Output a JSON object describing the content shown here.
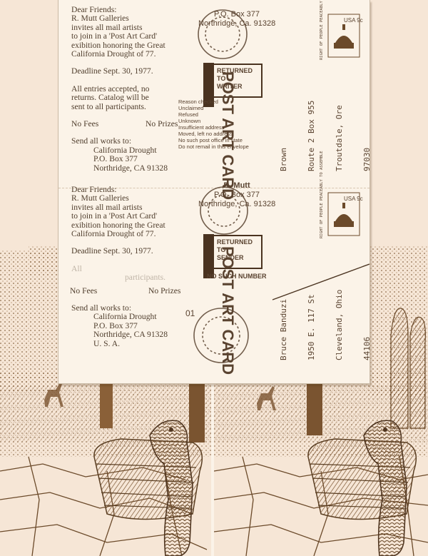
{
  "letter_top": {
    "greeting": "Dear Friends:",
    "lines": [
      "R. Mutt Galleries",
      "invites all mail artists",
      "to join in a 'Post Art Card'",
      "exibition honoring the Great",
      "California Drought of 77."
    ],
    "deadline": "Deadline Sept. 30, 1977.",
    "entries": [
      "All entries accepted, no",
      "returns.  Catalog will be",
      "sent to all participants."
    ],
    "fees": "No Fees",
    "prizes": "No Prizes",
    "send_to": "Send all works to:",
    "address": [
      "California Drought",
      "P.O. Box 377",
      "Northridge, CA 91328"
    ]
  },
  "letter_bottom": {
    "greeting": "Dear Friends:",
    "lines": [
      "R. Mutt Galleries",
      "invites all mail artists",
      "to join in a 'Post Art Card'",
      "exibition honoring the Great",
      "California Drought of 77."
    ],
    "deadline": "Deadline Sept. 30, 1977.",
    "entries_fragment": "All",
    "entries_fragment2": "participants.",
    "fees": "No Fees",
    "prizes": "No Prizes",
    "send_to": "Send all works to:",
    "address": [
      "California Drought",
      "P.O. Box 377",
      "Northridge, CA 91328",
      "U. S. A."
    ]
  },
  "return_top": {
    "box": "P.O. Box 377",
    "city": "Northridge, Ca. 91328"
  },
  "return_bottom": {
    "name": "R. Mutt",
    "box": "P.O. Box 377",
    "city": "Northridge, Ca. 91328"
  },
  "stamp_text": {
    "arc": "RIGHT OF PEOPLE PEACEABLY TO ASSEMBLE",
    "value": "USA 9c"
  },
  "post_art_card": "POST ART CARD",
  "returned_stamp": [
    "RETURNED",
    "TO",
    "WRITER"
  ],
  "returned_sender": [
    "RETURNED",
    "TO",
    "SENDER"
  ],
  "no_such_number": "NO SUCH NUMBER",
  "reasons": [
    "Reason checked",
    "Unclaimed",
    "Refused",
    "Unknown",
    "Insufficient address",
    "Moved, left no address",
    "No such post office in state",
    "Do not remail in this envelope"
  ],
  "addressee_top": [
    "Brown",
    "Route 2 Box 955",
    "Troutdale, Ore",
    "97030"
  ],
  "addressee_bottom": [
    "Bruce Banduzi",
    "1950 E. 117 St",
    "Cleveland, Ohio",
    "44106"
  ],
  "postmark_number": "01",
  "colors": {
    "ink": "#6b4a2a",
    "paper": "#f6e6d6",
    "card": "#fbf3e8"
  }
}
